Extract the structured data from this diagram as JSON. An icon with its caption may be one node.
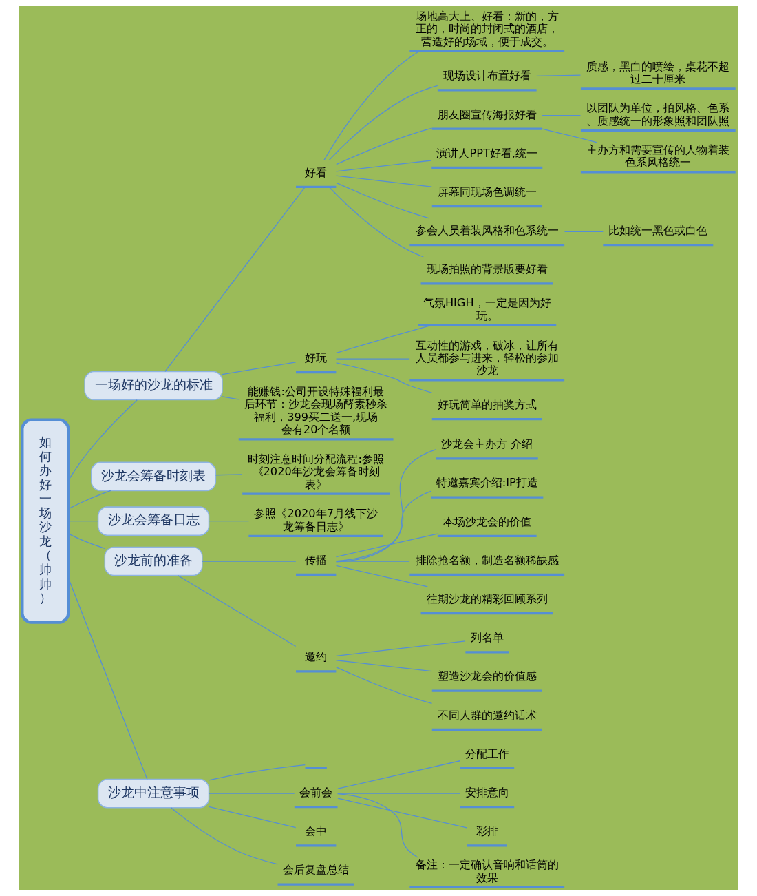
{
  "diagram": {
    "nodes": [
      {
        "text": [
          "如何办好一场沙龙（帅帅）"
        ]
      },
      {
        "text": [
          "一场好的沙龙的标准"
        ]
      },
      {
        "text": [
          "好看"
        ]
      },
      {
        "text": [
          "场地高大上、好看：新的，方正的，时尚的封闭式的酒店，营造好的场域，便于成交。"
        ]
      },
      {
        "text": [
          "现场设计布置好看"
        ]
      },
      {
        "text": [
          "质感，黑白的喷绘，桌花不超过二十厘米"
        ]
      },
      {
        "text": [
          "朋友圈宣传海报好看"
        ]
      },
      {
        "text": [
          "以团队为单位，拍风格、色系、质感统一的形象照和团队照"
        ]
      },
      {
        "text": [
          "主办方和需要宣传的人物着装色系风格统一"
        ]
      },
      {
        "text": [
          "演讲人PPT好看,统一"
        ]
      },
      {
        "text": [
          "屏幕同现场色调统一"
        ]
      },
      {
        "text": [
          "参会人员着装风格和色系统一"
        ]
      },
      {
        "text": [
          "比如统一黑色或白色"
        ]
      },
      {
        "text": [
          "现场拍照的背景版要好看"
        ]
      },
      {
        "text": [
          "好玩"
        ]
      },
      {
        "text": [
          "气氛HIGH，一定是因为好玩。"
        ]
      },
      {
        "text": [
          "互动性的游戏，破冰，让所有人员都参与进来，轻松的参加沙龙"
        ]
      },
      {
        "text": [
          "好玩简单的抽奖方式"
        ]
      },
      {
        "text": [
          "能赚钱:公司开设特殊福利最后环节：沙龙会现场酵素秒杀福利，399买二送一,现场会有20个名额"
        ]
      },
      {
        "text": [
          "沙龙会筹备时刻表"
        ]
      },
      {
        "text": [
          "时刻注意时间分配流程:参照《2020年沙龙会筹备时刻表》"
        ]
      },
      {
        "text": [
          "沙龙会筹备日志"
        ]
      },
      {
        "text": [
          "参照《2020年7月线下沙龙筹备日志》"
        ]
      },
      {
        "text": [
          "沙龙前的准备"
        ]
      },
      {
        "text": [
          "传播"
        ]
      },
      {
        "text": [
          "沙龙会主办方 介绍"
        ]
      },
      {
        "text": [
          "特邀嘉宾介绍:IP打造"
        ]
      },
      {
        "text": [
          "本场沙龙会的价值"
        ]
      },
      {
        "text": [
          "排除抢名额，制造名额稀缺感"
        ]
      },
      {
        "text": [
          "往期沙龙的精彩回顾系列"
        ]
      },
      {
        "text": [
          "邀约"
        ]
      },
      {
        "text": [
          "列名单"
        ]
      },
      {
        "text": [
          "塑造沙龙会的价值感"
        ]
      },
      {
        "text": [
          "不同人群的邀约话术"
        ]
      },
      {
        "text": [
          "沙龙中注意事项"
        ]
      },
      {
        "text": [],
        "shape": "bar"
      },
      {
        "text": [
          "会前会"
        ]
      },
      {
        "text": [
          "分配工作"
        ]
      },
      {
        "text": [
          "安排意向"
        ]
      },
      {
        "text": [
          "彩排"
        ]
      },
      {
        "text": [
          "备注：一定确认音响和话筒的效果"
        ]
      },
      {
        "text": [
          "会中"
        ]
      },
      {
        "text": [
          "会后复盘总结"
        ]
      }
    ],
    "edges": [
      {
        "from": 0,
        "to": 1,
        "arrow": "none"
      },
      {
        "from": 1,
        "to": 2,
        "arrow": "none"
      },
      {
        "from": 2,
        "to": 3,
        "arrow": "none"
      },
      {
        "from": 2,
        "to": 4,
        "arrow": "none"
      },
      {
        "from": 4,
        "to": 5,
        "arrow": "none"
      },
      {
        "from": 2,
        "to": 6,
        "arrow": "none"
      },
      {
        "from": 6,
        "to": 7,
        "arrow": "none"
      },
      {
        "from": 6,
        "to": 8,
        "arrow": "none"
      },
      {
        "from": 2,
        "to": 9,
        "arrow": "none"
      },
      {
        "from": 2,
        "to": 10,
        "arrow": "none"
      },
      {
        "from": 2,
        "to": 11,
        "arrow": "none"
      },
      {
        "from": 11,
        "to": 12,
        "arrow": "none"
      },
      {
        "from": 2,
        "to": 13,
        "arrow": "none"
      },
      {
        "from": 1,
        "to": 14,
        "arrow": "none"
      },
      {
        "from": 14,
        "to": 15,
        "arrow": "none"
      },
      {
        "from": 14,
        "to": 16,
        "arrow": "none"
      },
      {
        "from": 14,
        "to": 17,
        "arrow": "none"
      },
      {
        "from": 1,
        "to": 18,
        "arrow": "none"
      },
      {
        "from": 0,
        "to": 19,
        "arrow": "none"
      },
      {
        "from": 19,
        "to": 20,
        "arrow": "none"
      },
      {
        "from": 0,
        "to": 21,
        "arrow": "none"
      },
      {
        "from": 21,
        "to": 22,
        "arrow": "none"
      },
      {
        "from": 0,
        "to": 23,
        "arrow": "none"
      },
      {
        "from": 23,
        "to": 24,
        "arrow": "none"
      },
      {
        "from": 24,
        "to": 25,
        "arrow": "none"
      },
      {
        "from": 24,
        "to": 26,
        "arrow": "none"
      },
      {
        "from": 24,
        "to": 27,
        "arrow": "none"
      },
      {
        "from": 24,
        "to": 28,
        "arrow": "none"
      },
      {
        "from": 24,
        "to": 29,
        "arrow": "none"
      },
      {
        "from": 23,
        "to": 30,
        "arrow": "none"
      },
      {
        "from": 30,
        "to": 31,
        "arrow": "none"
      },
      {
        "from": 30,
        "to": 32,
        "arrow": "none"
      },
      {
        "from": 30,
        "to": 33,
        "arrow": "none"
      },
      {
        "from": 0,
        "to": 34,
        "arrow": "none"
      },
      {
        "from": 34,
        "to": 35,
        "arrow": "none"
      },
      {
        "from": 34,
        "to": 36,
        "arrow": "none"
      },
      {
        "from": 36,
        "to": 37,
        "arrow": "none"
      },
      {
        "from": 36,
        "to": 38,
        "arrow": "none"
      },
      {
        "from": 36,
        "to": 39,
        "arrow": "none"
      },
      {
        "from": 36,
        "to": 40,
        "arrow": "none"
      },
      {
        "from": 34,
        "to": 41,
        "arrow": "none"
      },
      {
        "from": 34,
        "to": 42,
        "arrow": "none"
      }
    ]
  }
}
